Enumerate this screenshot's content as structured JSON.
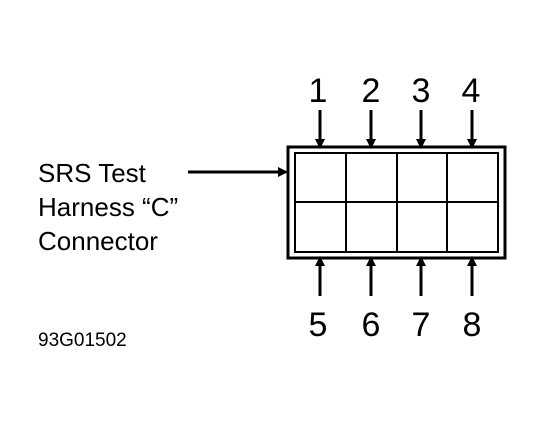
{
  "callout": {
    "line1": "SRS Test",
    "line2": "Harness “C”",
    "line3": "Connector"
  },
  "figure_id": "93G01502",
  "pins_top": [
    "1",
    "2",
    "3",
    "4"
  ],
  "pins_bottom": [
    "5",
    "6",
    "7",
    "8"
  ]
}
